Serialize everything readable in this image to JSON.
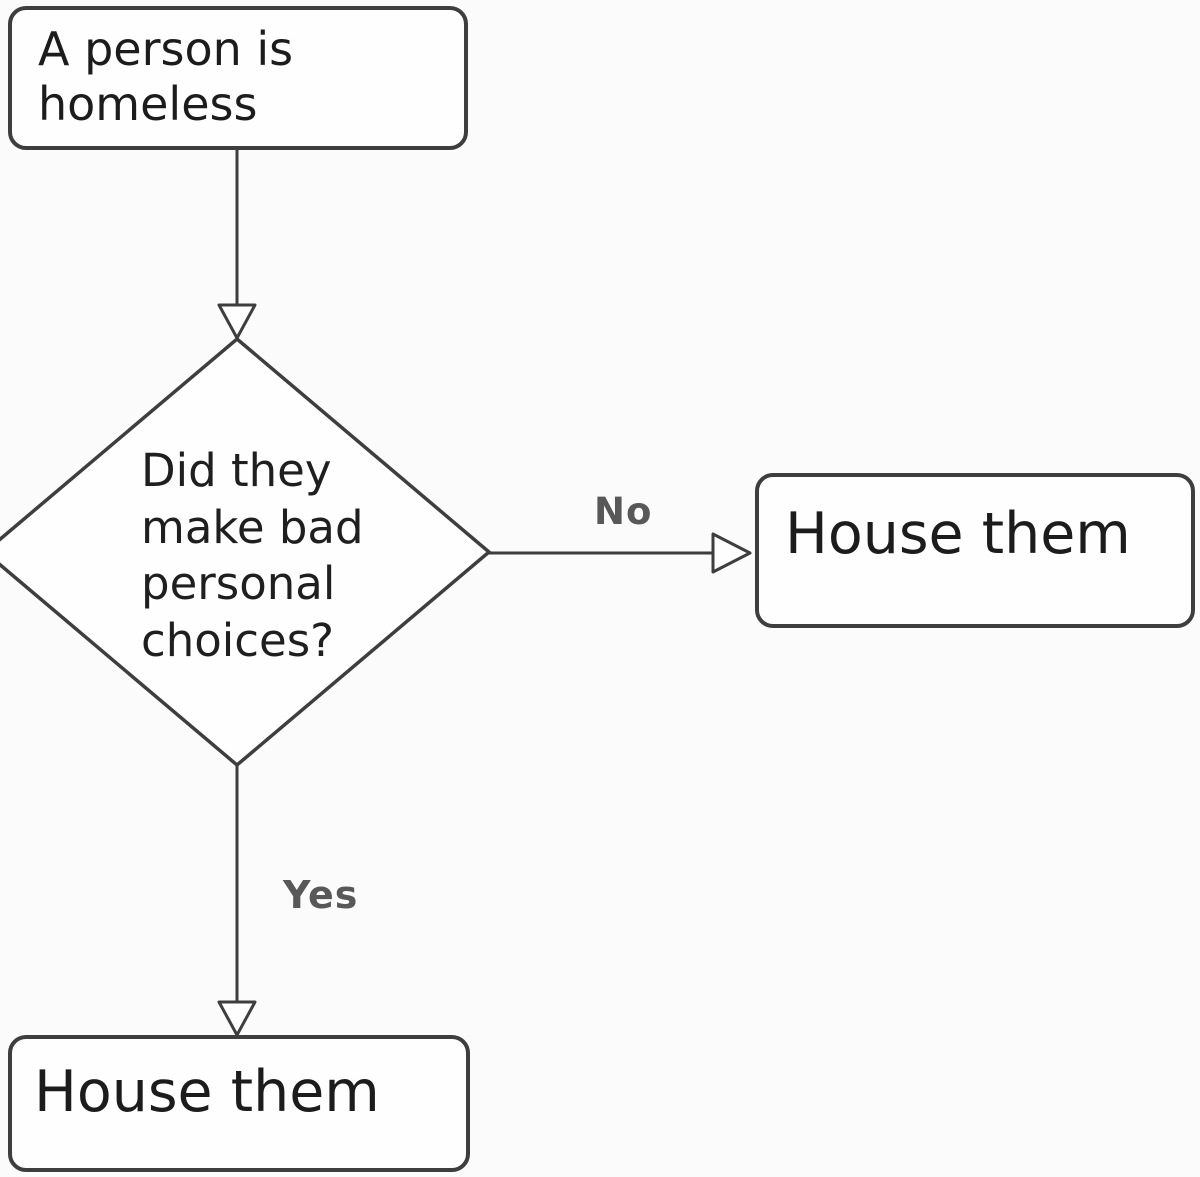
{
  "flow": {
    "start": {
      "label": "A person is homeless"
    },
    "decision": {
      "label": "Did they make bad personal choices?"
    },
    "edge_no": {
      "label": "No"
    },
    "edge_yes": {
      "label": "Yes"
    },
    "outcome_no": {
      "label": "House them"
    },
    "outcome_yes": {
      "label": "House them"
    }
  },
  "colors": {
    "stroke": "#3e3e3e",
    "node_fill": "#fefefe",
    "node_text": "#1c1c1c",
    "edge_label_text": "#585858",
    "background": "#fbfbfb"
  }
}
